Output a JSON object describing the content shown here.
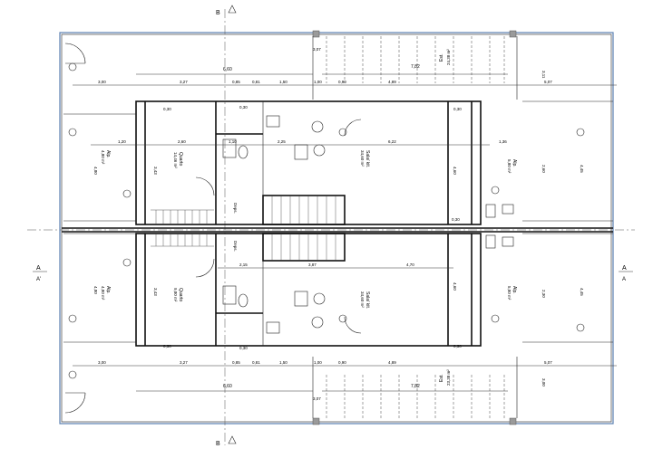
{
  "section_marks": {
    "b_top": "B",
    "b_bottom": "B",
    "a_left": "A",
    "a_right": "A",
    "a_left_sub": "A'",
    "a_right_sub": "A"
  },
  "rooms": {
    "top": {
      "est": "Est.",
      "est_area": "24,38 m²",
      "quarto": "Quarto",
      "quarto_area": "14,46 m²",
      "sala": "Sala/ kit.",
      "sala_area": "34,60 m²",
      "alp_left": "Alp.",
      "alp_left_area": "4,80 m²",
      "alp_right": "Alp.",
      "alp_right_area": "5,80 m²",
      "deps": "Deps."
    },
    "bottom": {
      "est": "Est.",
      "est_area": "23,38 m²",
      "quarto": "Quarto",
      "quarto_area": "9,80 m²",
      "sala": "Sala/ kit.",
      "sala_area": "34,60 m²",
      "alp_left": "Alp.",
      "alp_left_area": "4,80 m²",
      "alp_right": "Alp.",
      "alp_right_area": "5,80 m²",
      "deps": "Deps."
    }
  },
  "dims": {
    "top": {
      "d660": "6,60",
      "d782": "7,82",
      "d307": "3,07",
      "d300": "3,00",
      "d327": "3,27",
      "d085": "0,85",
      "d081": "0,81",
      "d150": "1,50",
      "d100": "1,00",
      "d090": "0,90",
      "d489": "4,89",
      "d507": "5,07",
      "d311": "3,11",
      "d030a": "0,30",
      "d030b": "0,30",
      "d030c": "0,30",
      "d120": "1,20",
      "d260": "2,60",
      "d110": "1,10",
      "d225": "2,25",
      "d622": "6,22",
      "d136": "1,36",
      "d030d": "0,30",
      "h343": "3,43",
      "h460": "4,60",
      "h480": "4,80",
      "h260": "2,60",
      "h445": "4,45"
    },
    "bottom": {
      "d660": "6,60",
      "d782": "7,82",
      "d307": "3,07",
      "d300": "3,00",
      "d327": "3,27",
      "d085": "0,85",
      "d081": "0,81",
      "d150": "1,50",
      "d100": "1,00",
      "d090": "0,90",
      "d489": "4,89",
      "d507": "5,07",
      "d300b": "3,00",
      "d030a": "0,30",
      "d030b": "0,30",
      "d030c": "0,30",
      "d215": "2,15",
      "d387": "3,87",
      "d470": "4,70",
      "h343": "3,43",
      "h460": "4,60",
      "h480": "4,80",
      "h230": "2,30",
      "h445": "4,45"
    }
  },
  "colors": {
    "frame": "#5a7fb0",
    "wall": "#111111",
    "column": "#9a9a9a"
  }
}
